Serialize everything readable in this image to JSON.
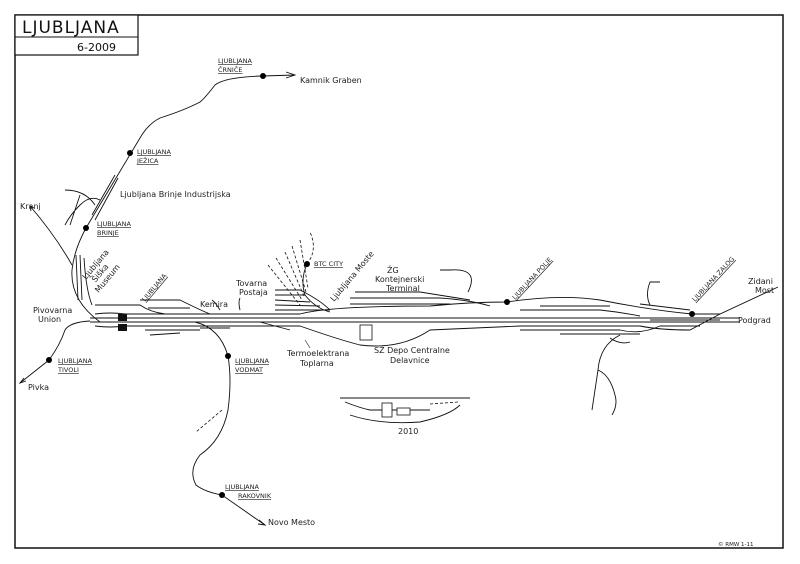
{
  "title": {
    "city": "LJUBLJANA",
    "date": "6-2009"
  },
  "stations": {
    "crnice": [
      "LJUBLJANA",
      "ČRNIČE"
    ],
    "jezica": [
      "LJUBLJANA",
      "JEŽICA"
    ],
    "brinje": [
      "LJUBLJANA",
      "BRINJE"
    ],
    "main": "LJUBLJANA",
    "tivoli": [
      "LJUBLJANA",
      "TIVOLI"
    ],
    "vodmat": [
      "LJUBLJANA",
      "VODMAT"
    ],
    "rakovnik": [
      "LJUBLJANA",
      "RAKOVNIK"
    ],
    "btc": "BTC CITY",
    "polje": "LJUBLJANA POLJE",
    "zalog": "LJUBLJANA ZALOG"
  },
  "destinations": {
    "kamnik": "Kamnik Graben",
    "kranj": "Kranj",
    "pivka": "Pivka",
    "novo_mesto": "Novo Mesto",
    "zidani_most": [
      "Zidani",
      "Most"
    ],
    "podgrad": "Podgrad"
  },
  "labels": {
    "brinje_ind": "Ljubljana Brinje Industrijska",
    "siska": [
      "Ljubljana",
      "Šiška",
      "Museum"
    ],
    "pivovarna": [
      "Pivovarna",
      "Union"
    ],
    "tovarna": [
      "Tovarna",
      "Postaja"
    ],
    "kemira": "Kemira",
    "moste": "Ljubljana Moste",
    "zg": [
      "ŽG",
      "Kontejnerski",
      "Terminal"
    ],
    "termo": [
      "Termoelektrana",
      "Toplarna"
    ],
    "depo": [
      "SŽ Depo Centralne",
      "Delavnice"
    ],
    "inset_year": "2010",
    "copyright": "© RMW 1-11"
  }
}
